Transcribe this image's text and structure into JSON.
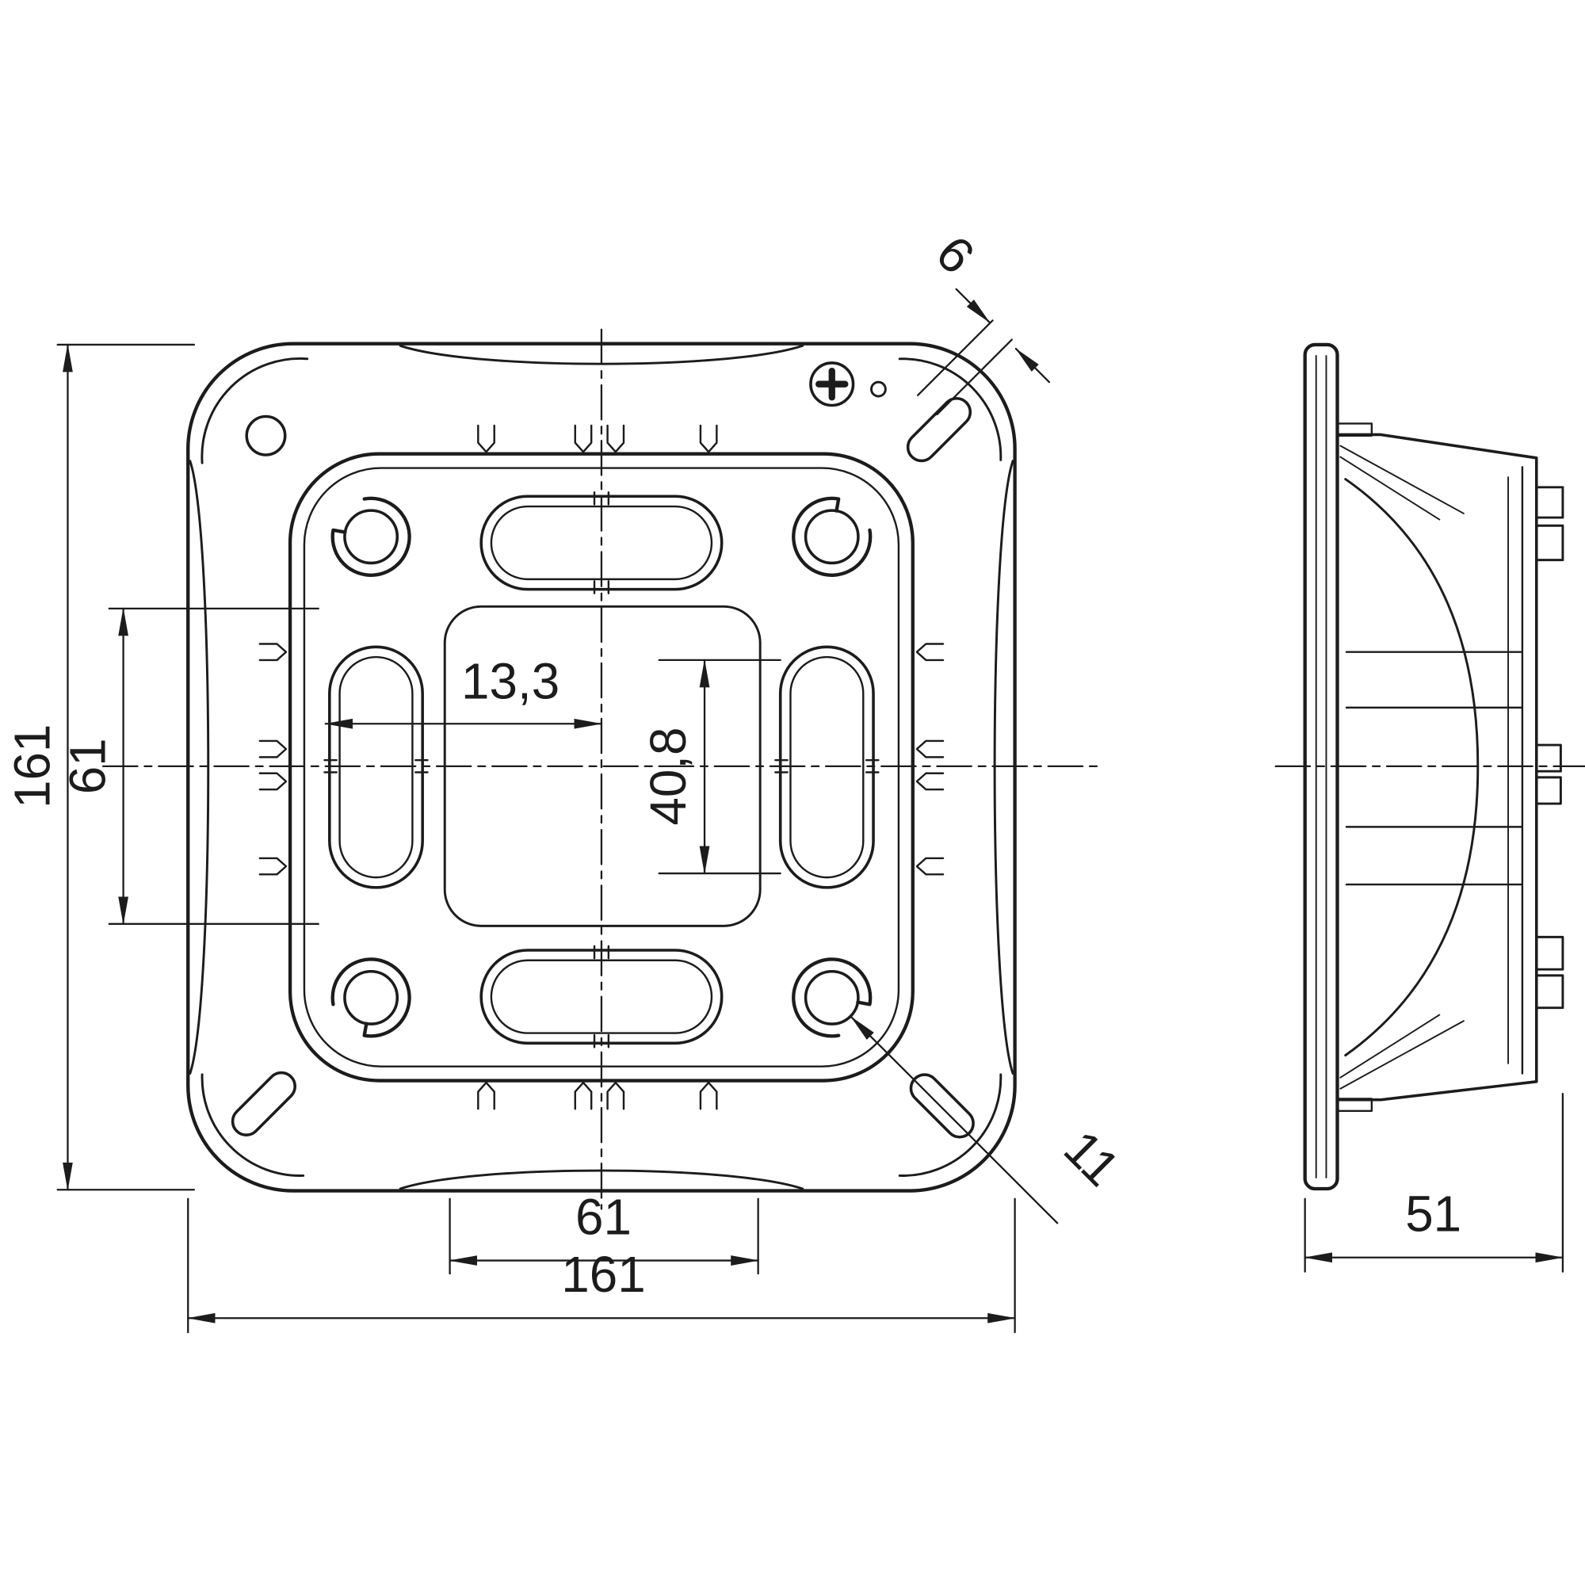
{
  "drawing": {
    "colors": {
      "line": "#1c1c1c",
      "background": "#ffffff"
    },
    "front_view": {
      "dim_overall_height": "161",
      "dim_inner_height": "61",
      "dim_slot_to_center": "13,3",
      "dim_slot_length": "40,8",
      "dim_inner_width": "61",
      "dim_overall_width": "161",
      "dim_oblong_width": "6",
      "dim_claw_hole": "11"
    },
    "side_view": {
      "dim_depth": "51"
    }
  }
}
